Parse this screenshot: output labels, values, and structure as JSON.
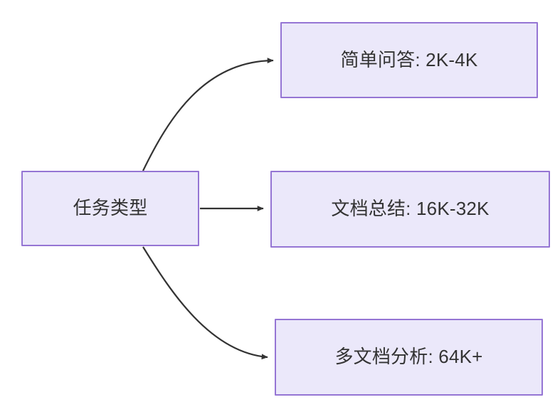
{
  "diagram": {
    "type": "flowchart",
    "direction": "left-to-right",
    "background_color": "#ffffff",
    "node_fill_color": "#ebe8fa",
    "node_border_color": "#9575d4",
    "node_text_color": "#333333",
    "edge_color": "#333333",
    "nodes": [
      {
        "id": "task-type",
        "label": "任务类型",
        "role": "root"
      },
      {
        "id": "simple-qa",
        "label": "简单问答: 2K-4K",
        "role": "leaf"
      },
      {
        "id": "doc-summary",
        "label": "文档总结: 16K-32K",
        "role": "leaf"
      },
      {
        "id": "multidoc-analysis",
        "label": "多文档分析: 64K+",
        "role": "leaf"
      }
    ],
    "edges": [
      {
        "id": "edge-task-to-simple-qa",
        "from": "task-type",
        "to": "simple-qa",
        "style": "curved",
        "arrowhead": "filled-triangle"
      },
      {
        "id": "edge-task-to-doc-summary",
        "from": "task-type",
        "to": "doc-summary",
        "style": "straight",
        "arrowhead": "filled-triangle"
      },
      {
        "id": "edge-task-to-multidoc-analysis",
        "from": "task-type",
        "to": "multidoc-analysis",
        "style": "curved",
        "arrowhead": "filled-triangle"
      }
    ]
  }
}
